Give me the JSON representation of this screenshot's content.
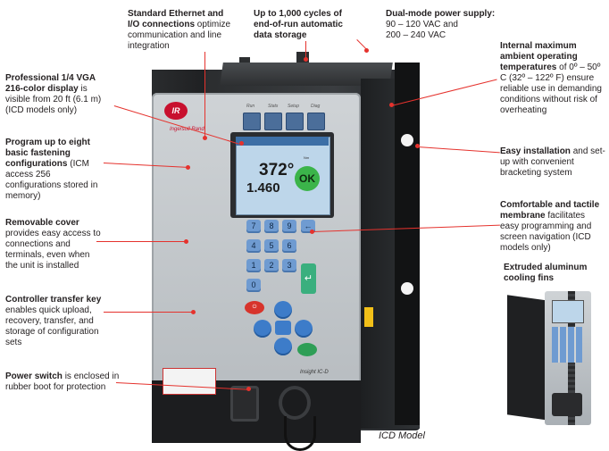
{
  "callouts": {
    "ethernet": {
      "bold": "Standard Ethernet and I/O connections",
      "text": "optimize communication and line integration"
    },
    "cycles": {
      "bold": "Up to 1,000 cycles of end-of-run automatic data storage",
      "text": ""
    },
    "power": {
      "bold": "Dual-mode power supply:",
      "line1": "90 – 120 VAC and",
      "line2": "200 – 240 VAC"
    },
    "display": {
      "bold": "Professional 1/4 VGA 216-color display",
      "text": "is visible from 20 ft (6.1 m) (ICD models only)"
    },
    "temp": {
      "bold": "Internal maximum ambient operating temperatures",
      "text": "of 0º – 50º C (32º – 122º F) ensure reliable use in demanding conditions without risk of overheating"
    },
    "configs": {
      "bold": "Program up to eight basic fastening configurations",
      "text": "(ICM access 256 configurations stored in memory)"
    },
    "install": {
      "bold": "Easy installation",
      "text": "and set-up with convenient bracketing system"
    },
    "cover": {
      "bold": "Removable cover",
      "text": "provides easy access to connections and terminals, even when the unit is installed"
    },
    "membrane": {
      "bold": "Comfortable and tactile membrane",
      "text": "facilitates easy programming and screen navigation (ICD models only)"
    },
    "fins": {
      "bold": "Extruded aluminum cooling fins",
      "text": ""
    },
    "transfer": {
      "bold": "Controller transfer key",
      "text": "enables quick upload, recovery, transfer, and storage of configuration sets"
    },
    "switch": {
      "bold": "Power switch",
      "text": "is enclosed in rubber boot for protection"
    }
  },
  "device": {
    "brand": "Ingersoll Rand",
    "brand_mark": "IR",
    "tabs": [
      "Run",
      "Stats",
      "Setup",
      "Diag"
    ],
    "screen_angle": "372°",
    "screen_torque": "1.460",
    "screen_torque_unit": "Nm",
    "screen_ok": "OK",
    "model_badge": "Insight IC-D",
    "keys": [
      "7",
      "8",
      "9",
      "4",
      "5",
      "6",
      "1",
      "2",
      "3",
      "0"
    ],
    "enter_symbol": "↵",
    "back_symbol": "←"
  },
  "caption": "ICD Model",
  "colors": {
    "accent": "#e5322d",
    "device_face": "#c4c9cd",
    "keypad": "#6f9bd1",
    "ok": "#3bb44a"
  }
}
